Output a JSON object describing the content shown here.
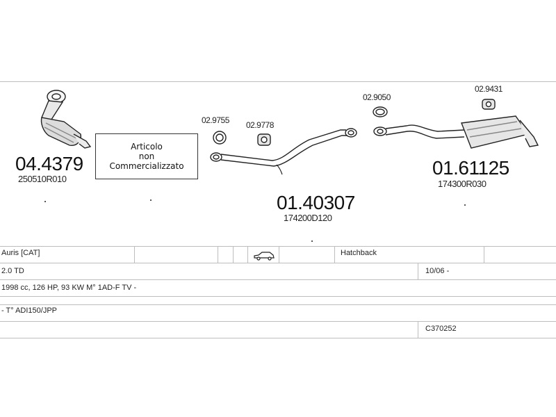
{
  "parts": {
    "p1": {
      "number": "04.4379",
      "oem": "250510R010"
    },
    "p2": {
      "number": "02.9755"
    },
    "p3": {
      "number": "02.9778"
    },
    "p4": {
      "number": "01.40307",
      "oem": "174200D120"
    },
    "p5": {
      "number": "02.9050"
    },
    "p6": {
      "number": "02.9431"
    },
    "p7": {
      "number": "01.61125",
      "oem": "174300R030"
    }
  },
  "not_available": {
    "line1": "Articolo",
    "line2": "non",
    "line3": "Commercializzato"
  },
  "vehicle": {
    "model": "Auris  [CAT]",
    "body_type": "Hatchback",
    "body_icon": "hatchback-car-icon",
    "engine": "2.0 TD",
    "date_range": "10/06 -",
    "specs": "1998 cc, 126 HP, 93 KW M° 1AD-F TV -",
    "type_code": "- T° ADI150/JPP",
    "catalog_code": "C370252"
  }
}
